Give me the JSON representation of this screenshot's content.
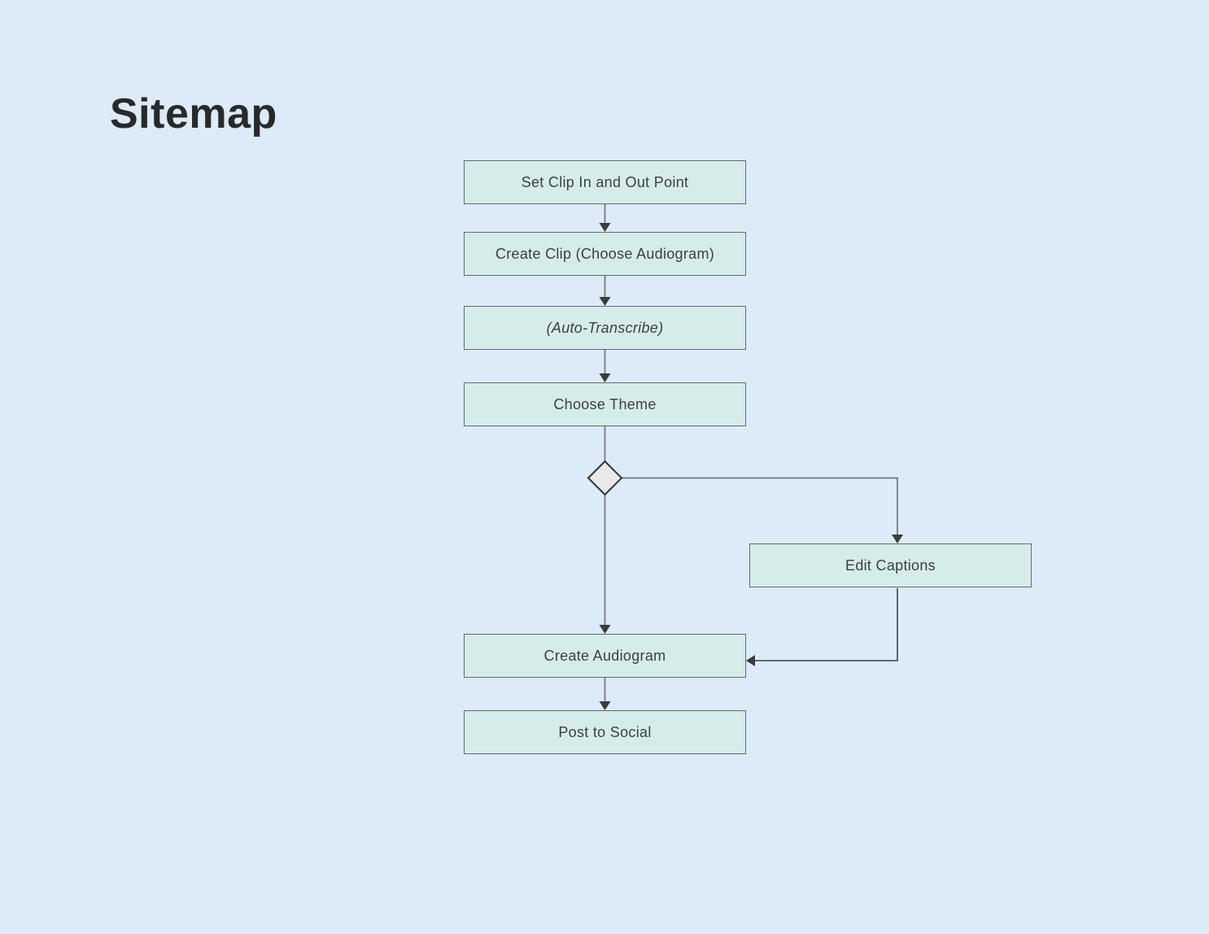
{
  "title": "Sitemap",
  "diagram_type": "flowchart",
  "nodes": [
    {
      "id": "set-clip-in-out",
      "label": "Set Clip In and Out Point",
      "shape": "rect"
    },
    {
      "id": "create-clip",
      "label": "Create Clip (Choose Audiogram)",
      "shape": "rect"
    },
    {
      "id": "auto-transcribe",
      "label": "(Auto-Transcribe)",
      "shape": "rect",
      "style": "italic"
    },
    {
      "id": "choose-theme",
      "label": "Choose Theme",
      "shape": "rect"
    },
    {
      "id": "decision",
      "label": "",
      "shape": "diamond"
    },
    {
      "id": "edit-captions",
      "label": "Edit Captions",
      "shape": "rect"
    },
    {
      "id": "create-audiogram",
      "label": "Create Audiogram",
      "shape": "rect"
    },
    {
      "id": "post-to-social",
      "label": "Post to Social",
      "shape": "rect"
    }
  ],
  "edges": [
    {
      "from": "set-clip-in-out",
      "to": "create-clip",
      "type": "arrow"
    },
    {
      "from": "create-clip",
      "to": "auto-transcribe",
      "type": "arrow"
    },
    {
      "from": "auto-transcribe",
      "to": "choose-theme",
      "type": "arrow"
    },
    {
      "from": "choose-theme",
      "to": "decision",
      "type": "line"
    },
    {
      "from": "decision",
      "to": "edit-captions",
      "type": "arrow"
    },
    {
      "from": "decision",
      "to": "create-audiogram",
      "type": "arrow"
    },
    {
      "from": "edit-captions",
      "to": "create-audiogram",
      "type": "arrow"
    },
    {
      "from": "create-audiogram",
      "to": "post-to-social",
      "type": "arrow"
    }
  ],
  "colors": {
    "background": "#dcebf7",
    "node_fill": "#d5eceb",
    "node_border": "#616b6e",
    "node_text": "#3c4043",
    "connector": "#7f8487",
    "arrowhead": "#3a3c3e",
    "diamond_fill": "#e9e9e9",
    "diamond_border": "#303335",
    "title_color": "#28292b"
  }
}
